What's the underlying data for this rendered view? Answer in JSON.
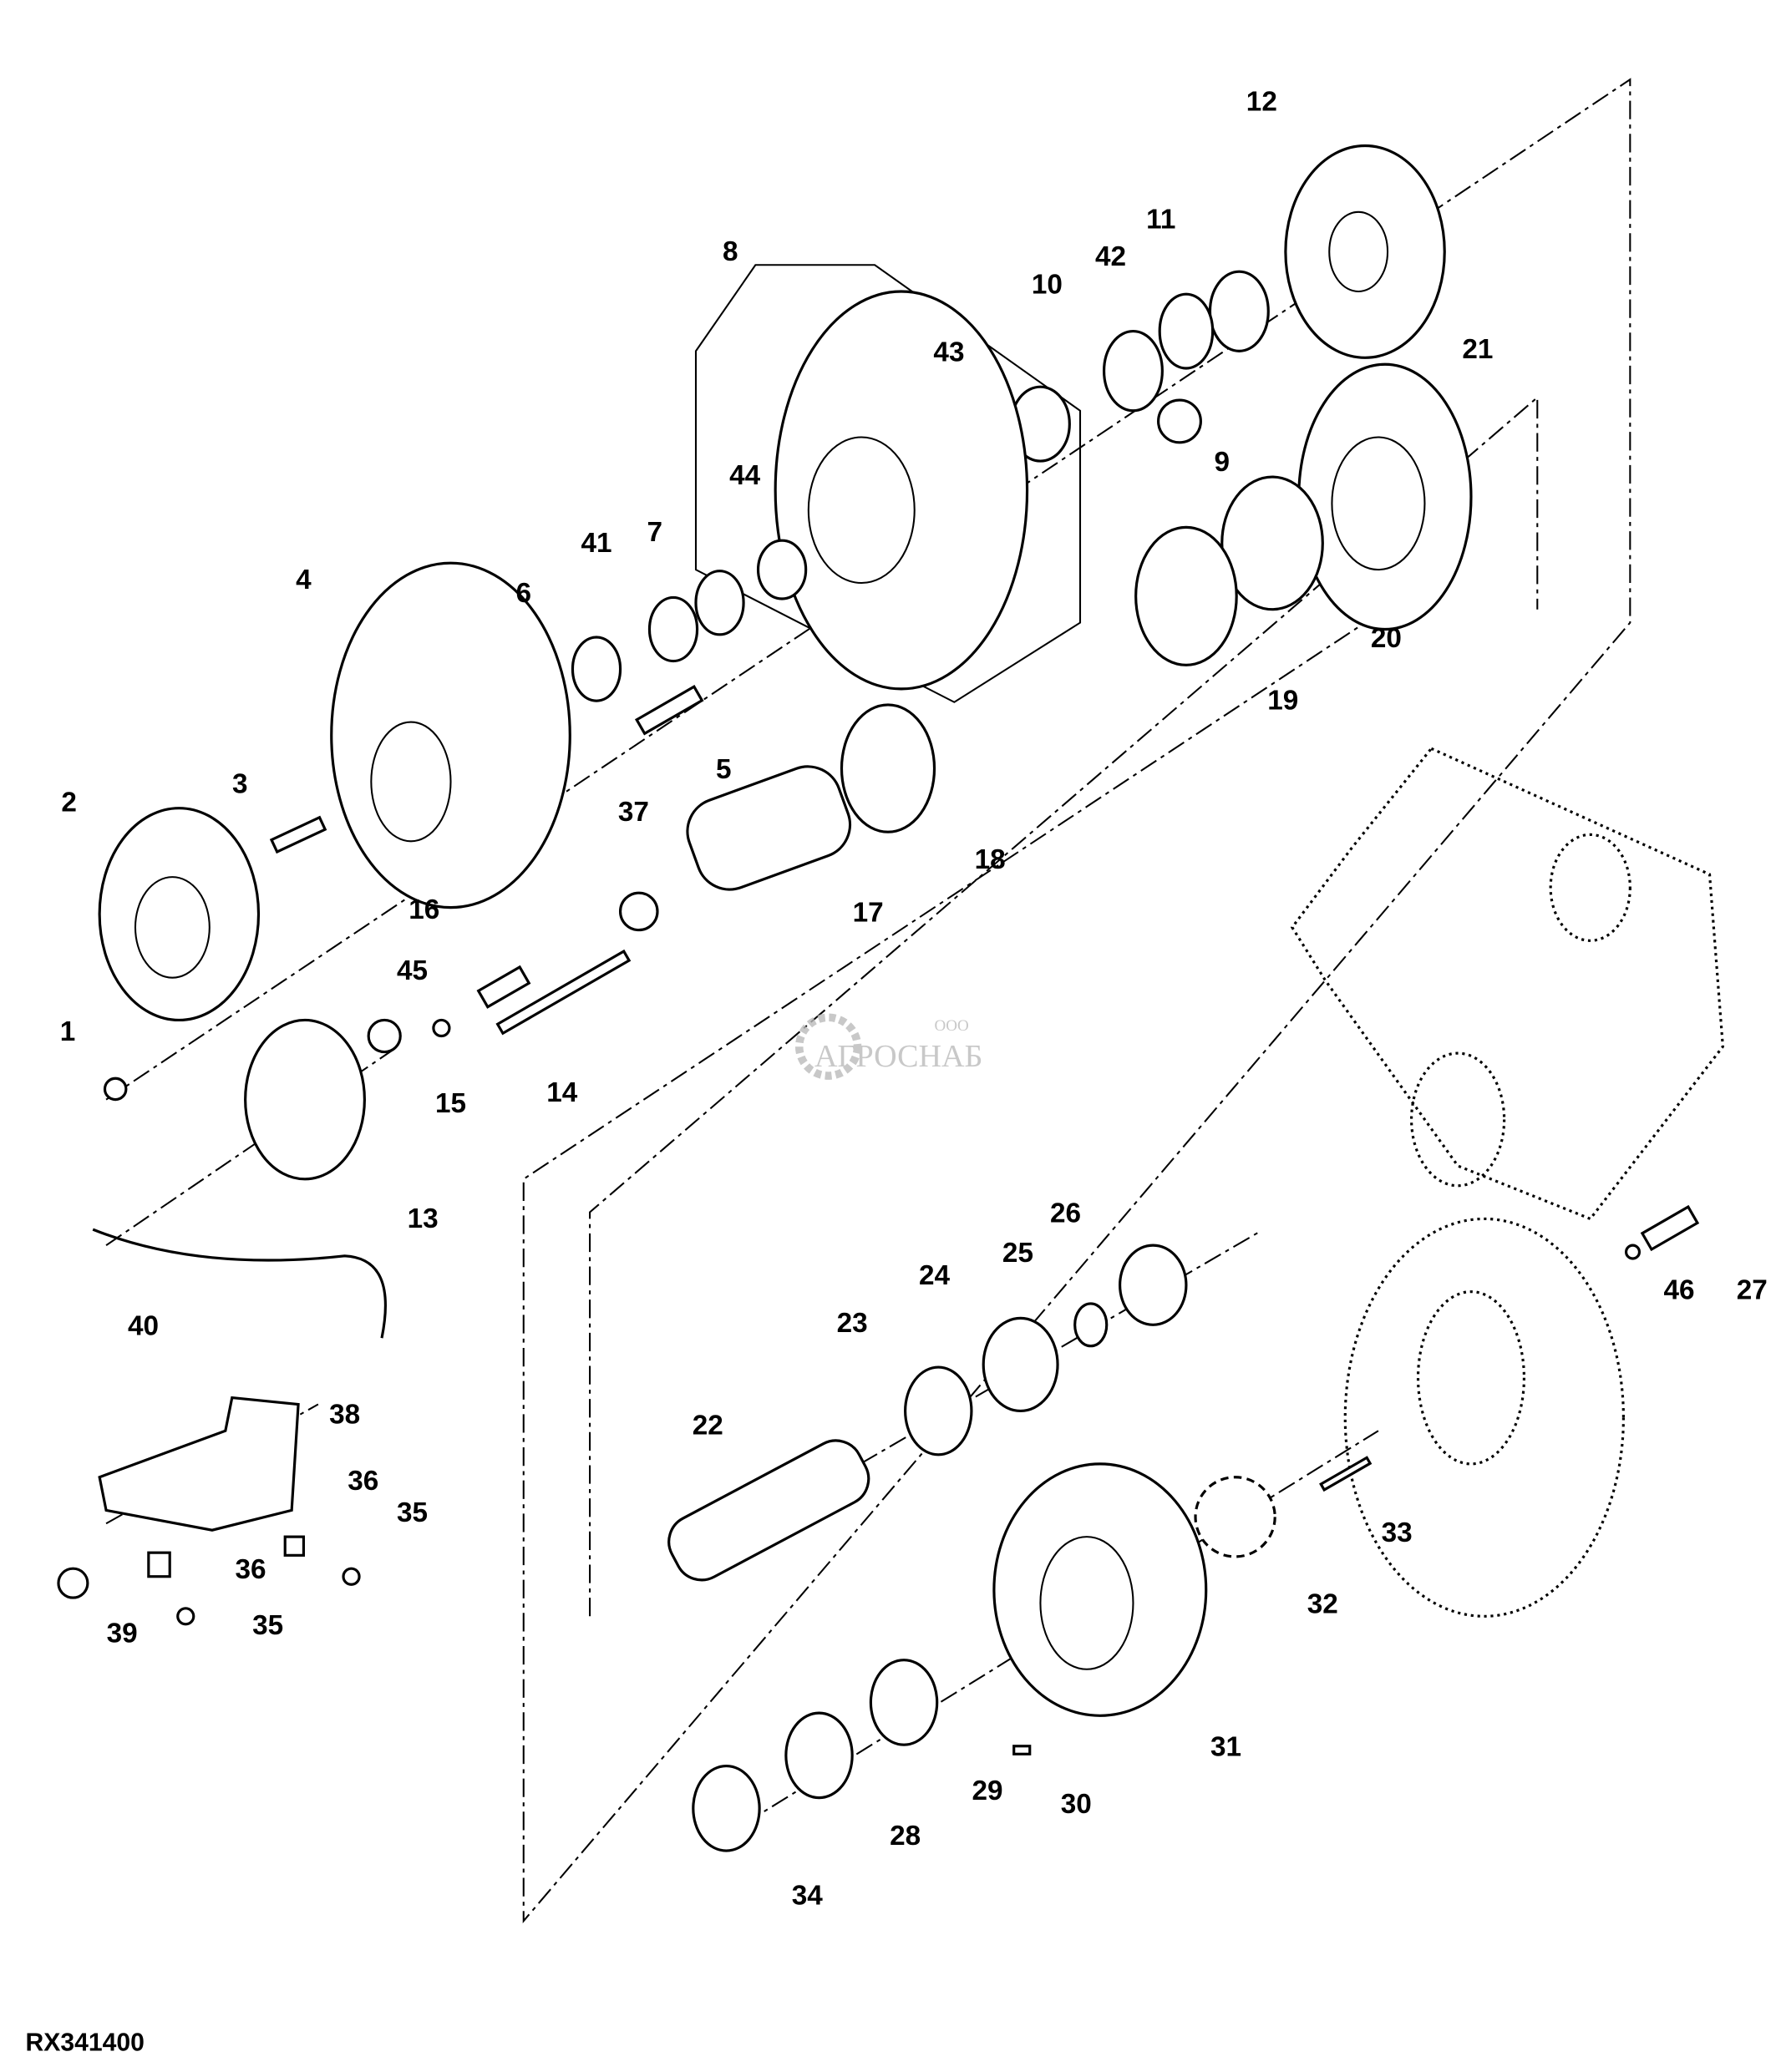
{
  "diagram_id": "RX341400",
  "watermark": {
    "prefix": "ООО",
    "name": "АГРОСНАБ"
  },
  "callouts": [
    "12",
    "11",
    "42",
    "10",
    "8",
    "43",
    "21",
    "9",
    "44",
    "41",
    "7",
    "4",
    "6",
    "20",
    "19",
    "5",
    "3",
    "2",
    "37",
    "18",
    "16",
    "17",
    "45",
    "1",
    "15",
    "14",
    "13",
    "26",
    "24",
    "25",
    "40",
    "46",
    "27",
    "23",
    "38",
    "22",
    "36",
    "35",
    "36",
    "33",
    "39",
    "35",
    "32",
    "31",
    "29",
    "30",
    "28",
    "34"
  ]
}
